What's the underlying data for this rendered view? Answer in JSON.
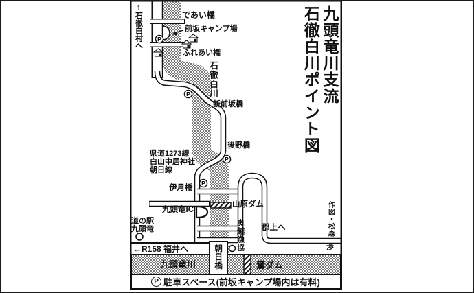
{
  "title": {
    "line1": "九頭竜川支流",
    "line2": "石徹白川ポイント図"
  },
  "map": {
    "direction_top": "↑石徹白村へ",
    "bridge_deai": "であい橋",
    "camp_maesaka": "前坂キャンプ場",
    "bridge_fureai": "ふれあい橋",
    "river_itoshiro": "石徹白川",
    "bridge_shinmaesaka": "新前坂橋",
    "bridge_ushirono": "後野橋",
    "prefroad_line1": "県道1273線",
    "prefroad_line2": "白山中居神社",
    "prefroad_line3": "朝日線",
    "bridge_izuki": "伊月橋",
    "ic_kuzuryu": "九頭竜IC",
    "dam_yamahara": "山原ダム",
    "station_line1": "道の駅",
    "station_line2": "九頭竜",
    "coop_okuetsu": "奥越漁協",
    "direction_gujo": "郡上へ",
    "direction_gujo_arrow": "→",
    "credit_main": "作図・松森",
    "credit_tail": "渉",
    "route_r158": "←R158 福井へ",
    "bridge_asahi": "朝日橋",
    "river_kuzuryu": "九頭竜川",
    "dam_washi": "鷲ダム"
  },
  "icons": {
    "parking_letter": "P"
  },
  "legend": {
    "parking_letter": "P",
    "text": "駐車スペース(前坂キャンプ場内は有料)"
  }
}
